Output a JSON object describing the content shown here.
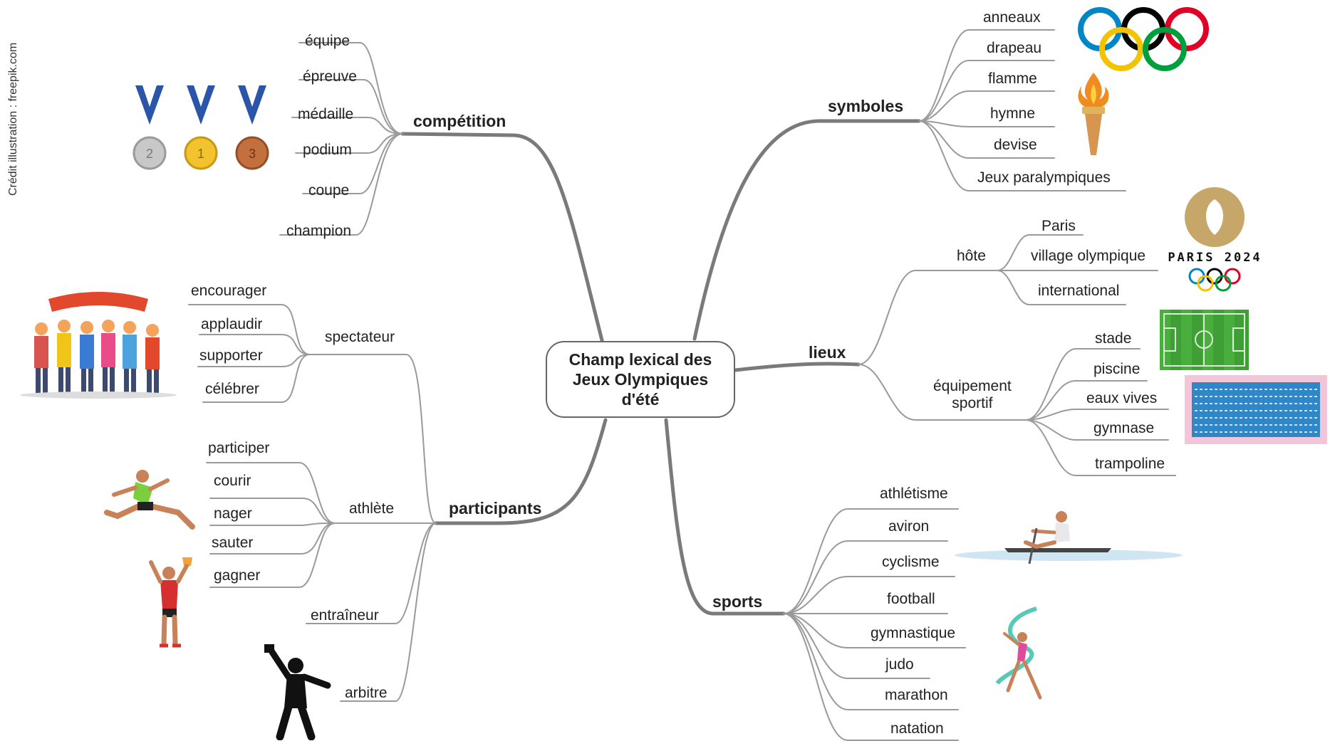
{
  "credit": "Crédit illustration : freepik.com",
  "center": {
    "title": "Champ lexical des\nJeux Olympiques\nd'été"
  },
  "competition": {
    "label": "compétition",
    "items": [
      "équipe",
      "épreuve",
      "médaille",
      "podium",
      "coupe",
      "champion"
    ],
    "medals": [
      "2",
      "1",
      "3"
    ]
  },
  "participants": {
    "label": "participants",
    "spectateur": {
      "label": "spectateur",
      "items": [
        "encourager",
        "applaudir",
        "supporter",
        "célébrer"
      ]
    },
    "athlete": {
      "label": "athlète",
      "items": [
        "participer",
        "courir",
        "nager",
        "sauter",
        "gagner"
      ]
    },
    "entraineur": "entraîneur",
    "arbitre": "arbitre"
  },
  "symboles": {
    "label": "symboles",
    "items": [
      "anneaux",
      "drapeau",
      "flamme",
      "hymne",
      "devise",
      "Jeux paralympiques"
    ]
  },
  "lieux": {
    "label": "lieux",
    "hote": {
      "label": "hôte",
      "items": [
        "Paris",
        "village olympique",
        "international"
      ]
    },
    "equipement": {
      "label": "équipement\nsportif",
      "items": [
        "stade",
        "piscine",
        "eaux vives",
        "gymnase",
        "trampoline"
      ]
    },
    "paris_logo_text": "PARIS 2024"
  },
  "sports": {
    "label": "sports",
    "items": [
      "athlétisme",
      "aviron",
      "cyclisme",
      "football",
      "gymnastique",
      "judo",
      "marathon",
      "natation"
    ]
  },
  "colors": {
    "line": "#9a9a9a",
    "main_line": "#7a7a7a",
    "ring_blue": "#0085c7",
    "ring_black": "#000000",
    "ring_red": "#df0024",
    "ring_yellow": "#f4c300",
    "ring_green": "#009f3d",
    "paris_gold": "#c7a769",
    "medal_ribbon": "#2a55a8"
  }
}
